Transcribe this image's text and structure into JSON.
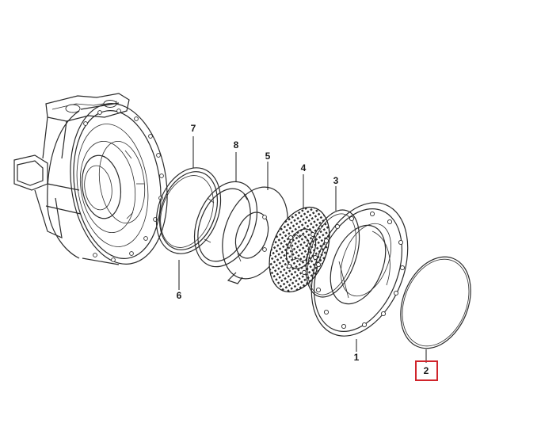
{
  "callouts": [
    {
      "label": "7"
    },
    {
      "label": "8"
    },
    {
      "label": "5"
    },
    {
      "label": "4"
    },
    {
      "label": "3"
    },
    {
      "label": "6"
    },
    {
      "label": "1"
    },
    {
      "label": "2",
      "highlighted": true
    }
  ],
  "colors": {
    "line": "#2a2a2a",
    "highlight": "#d0242b",
    "friction_fill": "#3a3a3a",
    "background": "#ffffff"
  }
}
